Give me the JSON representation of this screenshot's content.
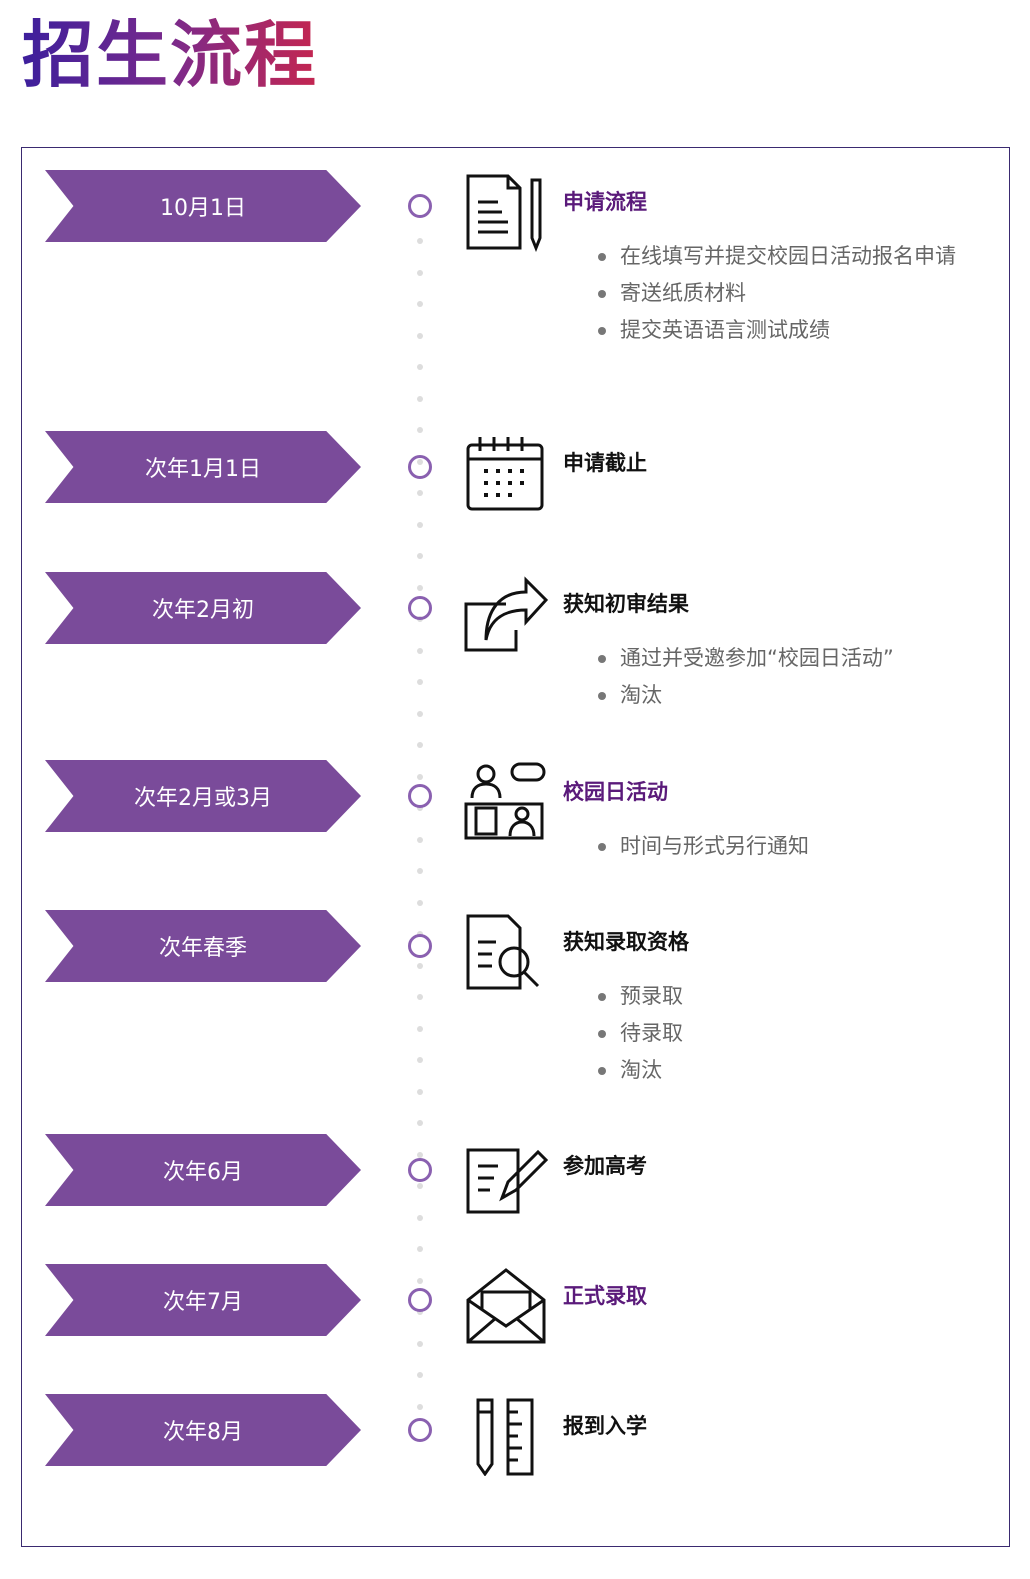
{
  "title": "招生流程",
  "steps": [
    {
      "date": "10月1日",
      "title": "申请流程",
      "purple": true,
      "icon": "document-pen-icon",
      "bullets": [
        "在线填写并提交校园日活动报名申请",
        "寄送纸质材料",
        "提交英语语言测试成绩"
      ]
    },
    {
      "date": "次年1月1日",
      "title": "申请截止",
      "purple": false,
      "icon": "calendar-icon",
      "bullets": []
    },
    {
      "date": "次年2月初",
      "title": "获知初审结果",
      "purple": false,
      "icon": "share-icon",
      "bullets": [
        "通过并受邀参加“校园日活动”",
        "淘汰"
      ]
    },
    {
      "date": "次年2月或3月",
      "title": "校园日活动",
      "purple": true,
      "icon": "interview-icon",
      "bullets": [
        "时间与形式另行通知"
      ]
    },
    {
      "date": "次年春季",
      "title": "获知录取资格",
      "purple": false,
      "icon": "document-search-icon",
      "bullets": [
        "预录取",
        "待录取",
        "淘汰"
      ]
    },
    {
      "date": "次年6月",
      "title": "参加高考",
      "purple": false,
      "icon": "exam-icon",
      "bullets": []
    },
    {
      "date": "次年7月",
      "title": "正式录取",
      "purple": true,
      "icon": "envelope-icon",
      "bullets": []
    },
    {
      "date": "次年8月",
      "title": "报到入学",
      "purple": false,
      "icon": "pencil-ruler-icon",
      "bullets": []
    }
  ]
}
